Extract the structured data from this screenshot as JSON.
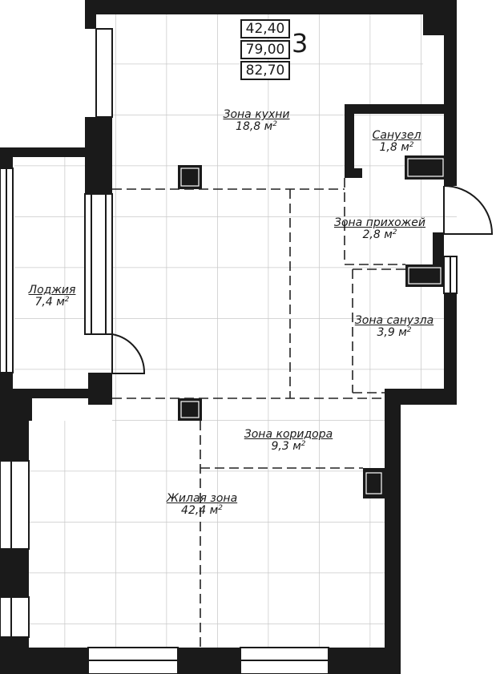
{
  "stamp": {
    "values": [
      "42,40",
      "79,00",
      "82,70"
    ],
    "rooms": "3"
  },
  "rooms": [
    {
      "key": "kitchen",
      "name": "Зона кухни",
      "area": "18,8 м",
      "sup": "2"
    },
    {
      "key": "bathroom",
      "name": "Санузел",
      "area": "1,8 м",
      "sup": "2"
    },
    {
      "key": "hallway",
      "name": "Зона прихожей",
      "area": "2,8 м",
      "sup": "2"
    },
    {
      "key": "loggia",
      "name": "Лоджия",
      "area": "7,4 м",
      "sup": "2"
    },
    {
      "key": "bath-zone",
      "name": "Зона санузла",
      "area": "3,9 м",
      "sup": "2"
    },
    {
      "key": "corridor",
      "name": "Зона коридора",
      "area": "9,3 м",
      "sup": "2"
    },
    {
      "key": "living",
      "name": "Жилая зона",
      "area": "42,4 м",
      "sup": "2"
    }
  ],
  "colors": {
    "wall": "#1a1a1a",
    "grid": "#c9c9c9",
    "dash": "#222222"
  }
}
